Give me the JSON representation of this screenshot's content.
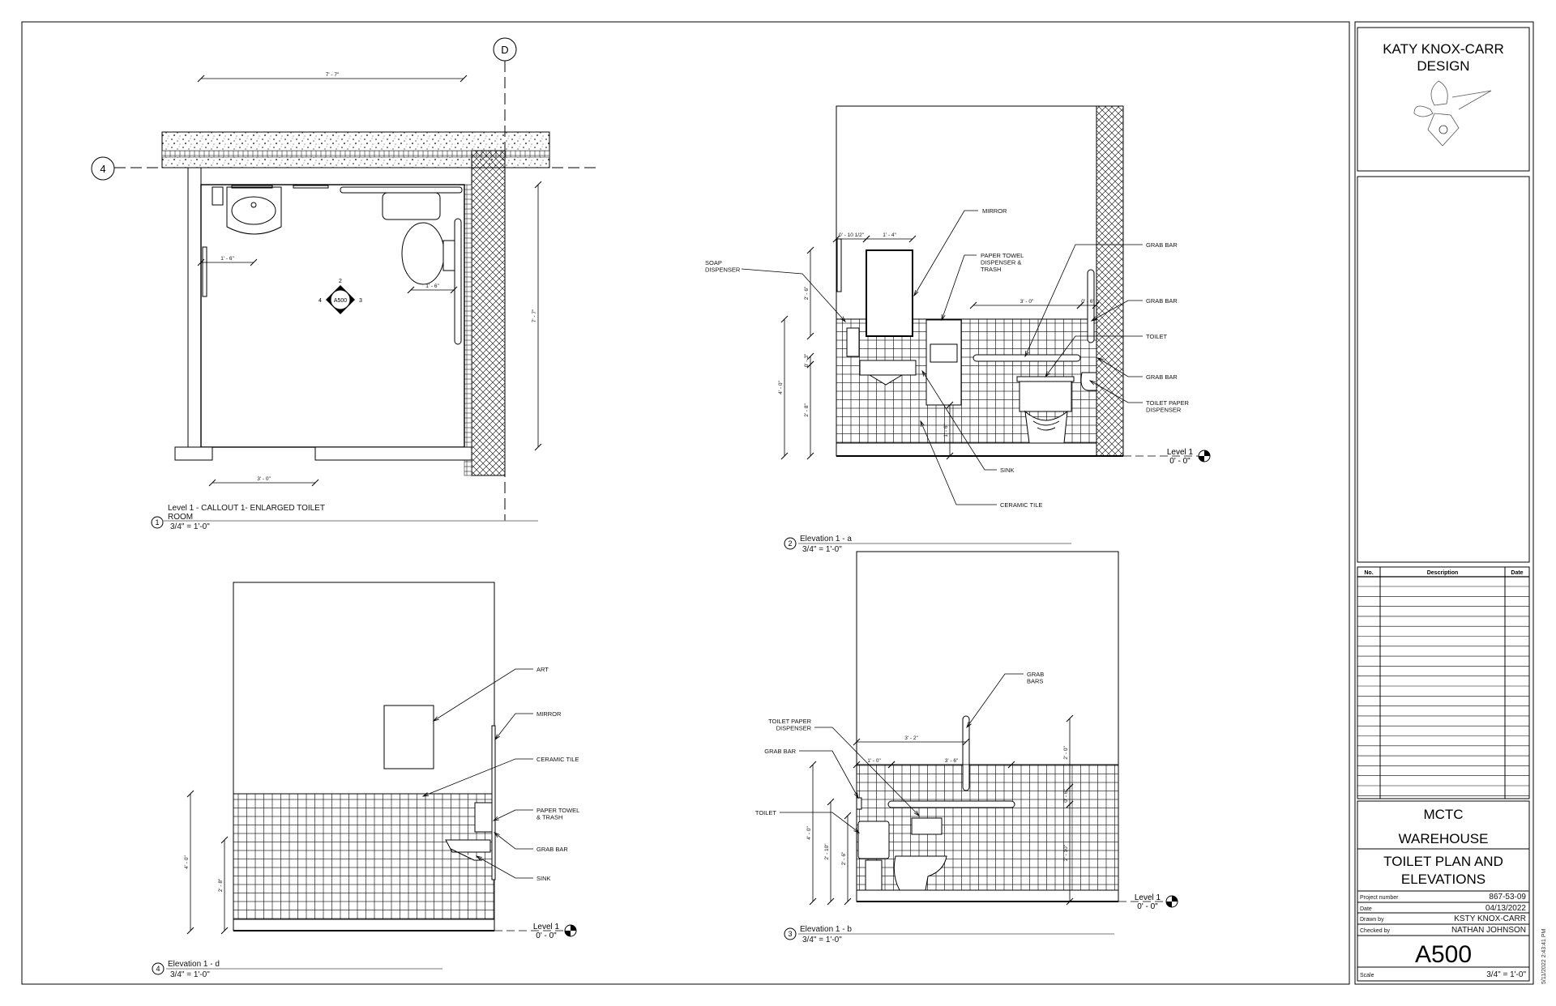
{
  "title_block": {
    "firm": [
      "KATY KNOX-CARR",
      "DESIGN"
    ],
    "revision_headers": {
      "no": "No.",
      "description": "Description",
      "date": "Date"
    },
    "project": [
      "MCTC",
      "WAREHOUSE"
    ],
    "sheet_title": [
      "TOILET PLAN AND",
      "ELEVATIONS"
    ],
    "project_number_label": "Project number",
    "project_number": "867-53-09",
    "date_label": "Date",
    "date": "04/13/2022",
    "drawn_by_label": "Drawn by",
    "drawn_by": "KSTY KNOX-CARR",
    "checked_by_label": "Checked by",
    "checked_by": "NATHAN JOHNSON",
    "sheet_number": "A500",
    "scale_label": "Scale",
    "scale": "3/4\" = 1'-0\""
  },
  "timestamp": "5/11/2022 2:43:41 PM",
  "level": {
    "name": "Level 1",
    "elevation": "0' - 0\""
  },
  "plan": {
    "number": "1",
    "title": [
      "Level 1 - CALLOUT 1- ENLARGED TOILET",
      "ROOM"
    ],
    "scale": "3/4\" = 1'-0\"",
    "grid_d": "D",
    "grid_4": "4",
    "callout": {
      "sheet": "A500",
      "north": "2",
      "east": "3",
      "west": "4"
    },
    "dims": [
      "7' - 7\"",
      "7' - 7\"",
      "1' - 6\"",
      "1' - 6\"",
      "3' - 0\""
    ]
  },
  "elev_a": {
    "number": "2",
    "title": "Elevation 1 - a",
    "scale": "3/4\" = 1'-0\"",
    "labels": {
      "mirror": [
        "MIRROR"
      ],
      "paper_towel": [
        "PAPER TOWEL",
        "DISPENSER &",
        "TRASH"
      ],
      "soap": [
        "SOAP",
        "DISPENSER"
      ],
      "grab_bar_1": [
        "GRAB BAR"
      ],
      "grab_bar_2": [
        "GRAB BAR"
      ],
      "toilet": [
        "TOILET"
      ],
      "grab_bar_3": [
        "GRAB BAR"
      ],
      "tp_dispenser": [
        "TOILET PAPER",
        "DISPENSER"
      ],
      "sink": [
        "SINK"
      ],
      "ceramic_tile": [
        "CERAMIC TILE"
      ]
    },
    "dims": [
      "0' - 10 1/2\"",
      "1' - 4\"",
      "2' - 6\"",
      "0' - 3\"",
      "4' - 0\"",
      "2' - 8\"",
      "3' - 0\"",
      "0' - 6\"",
      "1' - 6\""
    ]
  },
  "elev_d": {
    "number": "4",
    "title": "Elevation 1 - d",
    "scale": "3/4\" = 1'-0\"",
    "labels": {
      "art": [
        "ART"
      ],
      "mirror": [
        "MIRROR"
      ],
      "ceramic_tile": [
        "CERAMIC TILE"
      ],
      "paper_towel": [
        "PAPER TOWEL",
        "& TRASH"
      ],
      "grab_bar": [
        "GRAB BAR"
      ],
      "sink": [
        "SINK"
      ]
    },
    "dims": [
      "4' - 0\"",
      "2' - 8\""
    ]
  },
  "elev_b": {
    "number": "3",
    "title": "Elevation 1 - b",
    "scale": "3/4\" = 1'-0\"",
    "labels": {
      "grab_bars": [
        "GRAB",
        "BARS"
      ],
      "tp_dispenser": [
        "TOILET PAPER",
        "DISPENSER"
      ],
      "grab_bar": [
        "GRAB BAR"
      ],
      "toilet": [
        "TOILET"
      ]
    },
    "dims": [
      "3' - 2\"",
      "1' - 0\"",
      "3' - 6\"",
      "2' - 0\"",
      "0' - 6\"",
      "2' - 10\"",
      "4' - 0\"",
      "2' - 10\"",
      "2' - 6\""
    ]
  }
}
